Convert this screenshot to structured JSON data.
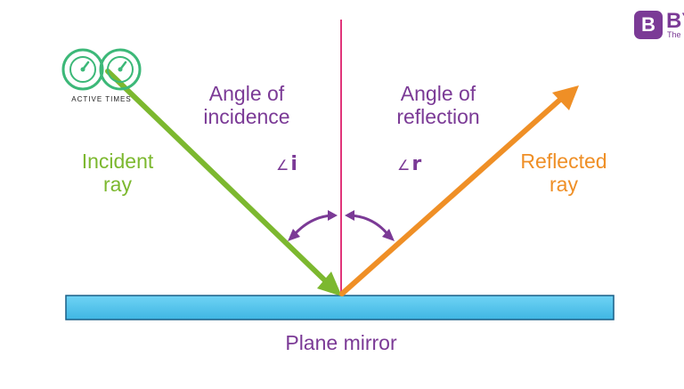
{
  "labels": {
    "angle_incidence": "Angle of\nincidence",
    "angle_reflection": "Angle of\nreflection",
    "incident_ray": "Incident\nray",
    "reflected_ray": "Reflected\nray",
    "angle_i_symbol": "∠",
    "angle_i_letter": "i",
    "angle_r_symbol": "∠",
    "angle_r_letter": "r",
    "mirror": "Plane mirror"
  },
  "watermark": {
    "text": "ACTIVE TIMES",
    "icon": "twin-gauge-logo-icon"
  },
  "corner_logo": {
    "badge_letter": "B",
    "big_text": "BY",
    "small_text": "The"
  },
  "colors": {
    "incident_ray": "#7cb82f",
    "reflected_ray": "#ef8f26",
    "normal": "#e0357a",
    "angle_arrows": "#7b3a96",
    "label_text": "#7b3a96",
    "mirror_fill": "#55c6ee",
    "mirror_stroke": "#1a5f86",
    "logo_ring": "#3cb878"
  }
}
